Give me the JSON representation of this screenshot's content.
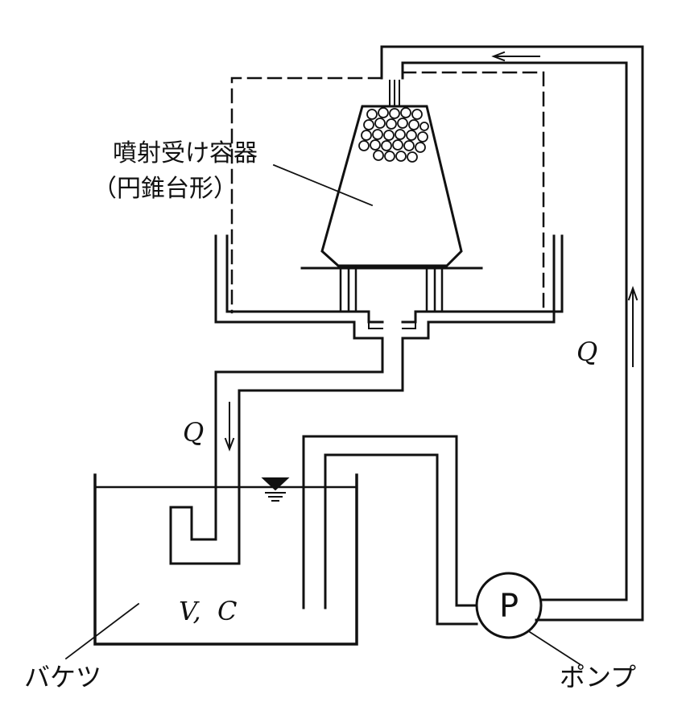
{
  "labels": {
    "container_title": "噴射受け容器",
    "container_subtitle": "（円錐台形）",
    "flow_rate_right": "Q",
    "flow_rate_left": "Q",
    "volume_concentration": "V,  C",
    "pump_symbol": "P",
    "bucket": "バケツ",
    "pump": "ポンプ"
  },
  "colors": {
    "line": "#111111",
    "background": "#ffffff"
  }
}
